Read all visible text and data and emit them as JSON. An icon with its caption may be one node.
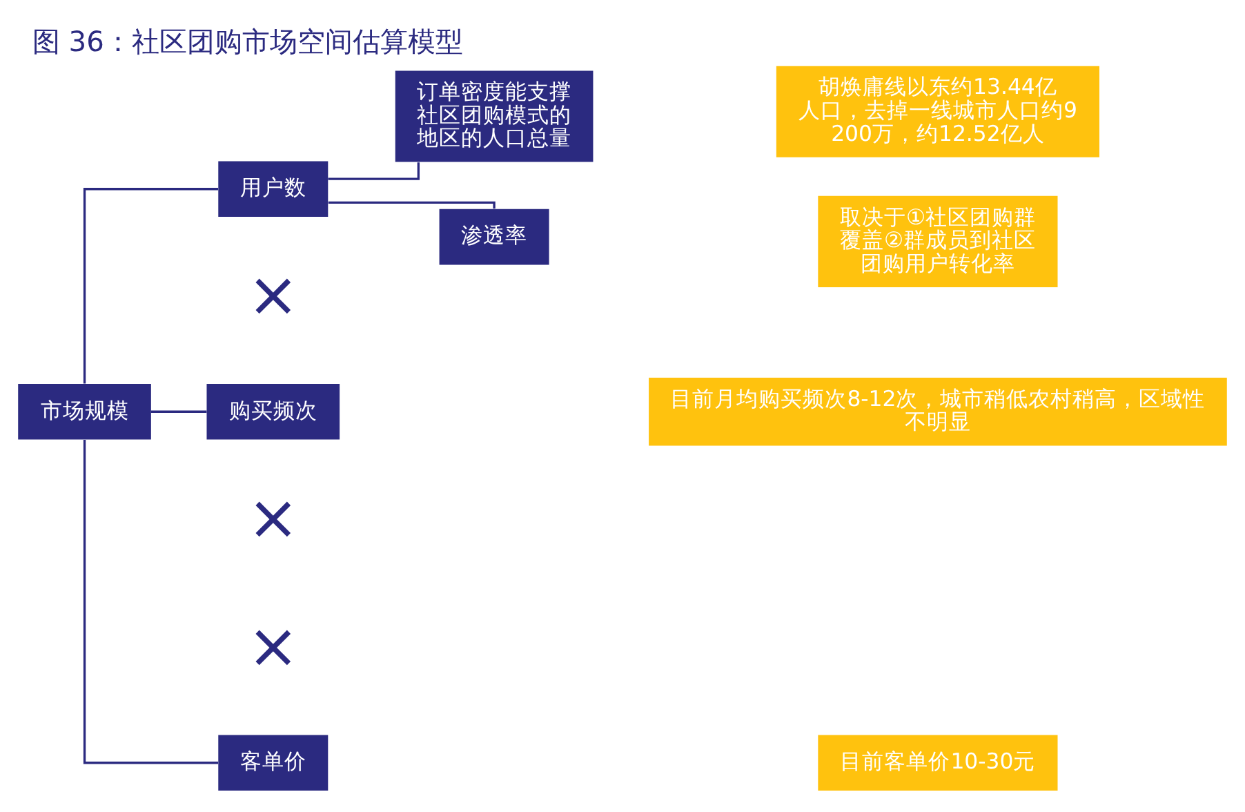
{
  "diagram": {
    "title": "图 36：社区团购市场空间估算模型",
    "nodes": [
      {
        "text": [
          "市场规模"
        ]
      },
      {
        "text": [
          "用户数"
        ]
      },
      {
        "text": [
          "订单密度能支撑社区团购模式的地区的人口总量"
        ]
      },
      {
        "text": [
          "胡焕庸线以东约13.44亿人口，去掉一线城市人口约9200万，约12.52亿人"
        ]
      },
      {
        "text": [
          "渗透率"
        ]
      },
      {
        "text": [
          "取决于①社区团购群覆盖②群成员到社区团购用户转化率"
        ]
      },
      {
        "text": [
          "购买频次"
        ]
      },
      {
        "text": [
          "目前月均购买频次8-12次，城市稍低农村稍高，区域性不明显"
        ]
      },
      {
        "text": [
          "客单价"
        ]
      },
      {
        "text": [
          "目前客单价10-30元"
        ]
      }
    ],
    "edges": [
      {
        "from": 0,
        "to": 1,
        "arrow": "none"
      },
      {
        "from": 0,
        "to": 6,
        "arrow": "none"
      },
      {
        "from": 0,
        "to": 8,
        "arrow": "none"
      },
      {
        "from": 1,
        "to": 2,
        "arrow": "none"
      },
      {
        "from": 1,
        "to": 4,
        "arrow": "none"
      }
    ],
    "labels": [
      "×",
      "×",
      "×"
    ]
  }
}
